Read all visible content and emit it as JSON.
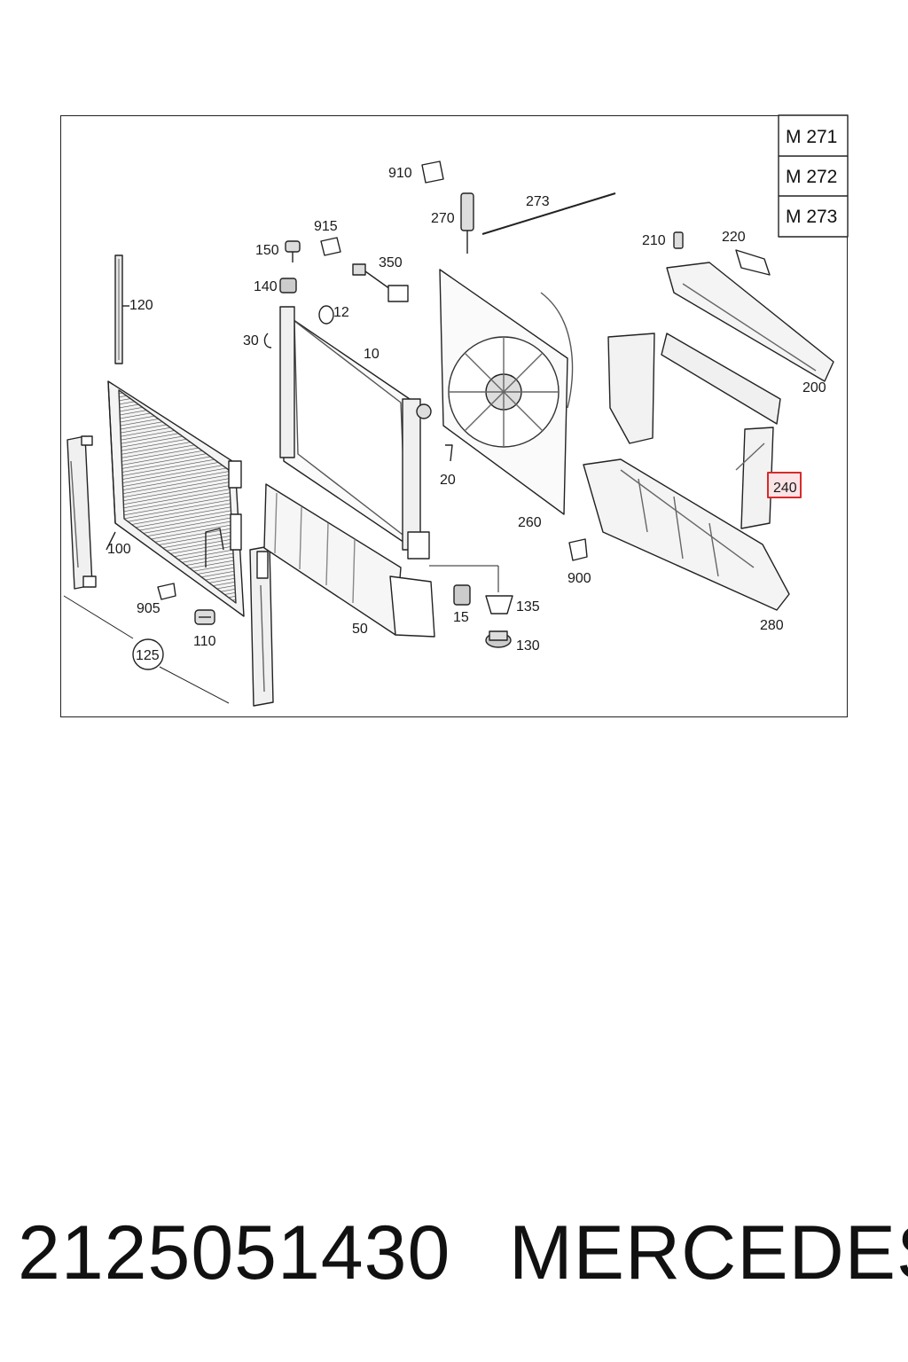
{
  "variants": [
    "M 271",
    "M 272",
    "M 273"
  ],
  "callouts": {
    "c910": "910",
    "c273": "273",
    "c270": "270",
    "c915": "915",
    "c150": "150",
    "c350": "350",
    "c140": "140",
    "c120": "120",
    "c12": "12",
    "c30": "30",
    "c10": "10",
    "c210": "210",
    "c220": "220",
    "c200": "200",
    "c240": "240",
    "c20": "20",
    "c260": "260",
    "c100": "100",
    "c900": "900",
    "c905": "905",
    "c110": "110",
    "c125": "125",
    "c50": "50",
    "c15": "15",
    "c135": "135",
    "c130": "130",
    "c280": "280"
  },
  "highlight": {
    "callout": "240",
    "color": "#d62b2b"
  },
  "footer": {
    "part_number": "2125051430",
    "brand": "MERCEDES"
  }
}
